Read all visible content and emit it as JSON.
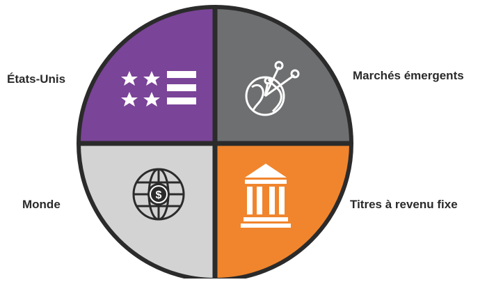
{
  "segments": [
    {
      "label": "États-Unis",
      "color": "#7a4498",
      "icon": "stars-and-stripes-icon"
    },
    {
      "label": "Marchés émergents",
      "color": "#6e6f71",
      "icon": "globe-network-icon"
    },
    {
      "label": "Titres à revenu fixe",
      "color": "#f0852d",
      "icon": "bank-building-icon"
    },
    {
      "label": "Monde",
      "color": "#d3d3d3",
      "icon": "dollar-globe-icon"
    }
  ],
  "colors": {
    "outline": "#2b2b2b",
    "divider": "#2b2b2b",
    "icon_light": "#ffffff",
    "icon_dark": "#2b2b2b"
  }
}
